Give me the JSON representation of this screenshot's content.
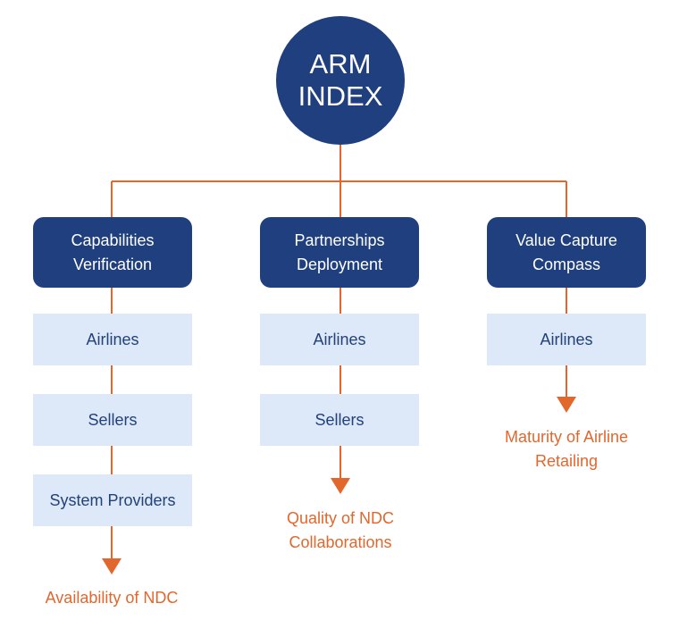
{
  "hub": {
    "line1": "ARM",
    "line2": "INDEX"
  },
  "pillars": [
    {
      "line1": "Capabilities",
      "line2": "Verification",
      "items": [
        "Airlines",
        "Sellers",
        "System Providers"
      ],
      "outcome": [
        "Availability of NDC"
      ]
    },
    {
      "line1": "Partnerships",
      "line2": "Deployment",
      "items": [
        "Airlines",
        "Sellers"
      ],
      "outcome": [
        "Quality of NDC",
        "Collaborations"
      ]
    },
    {
      "line1": "Value Capture",
      "line2": "Compass",
      "items": [
        "Airlines"
      ],
      "outcome": [
        "Maturity of Airline",
        "Retailing"
      ]
    }
  ],
  "colors": {
    "navy": "#1f3f7e",
    "light_blue": "#dde9f8",
    "orange": "#e2672d",
    "item_text": "#23417a"
  }
}
